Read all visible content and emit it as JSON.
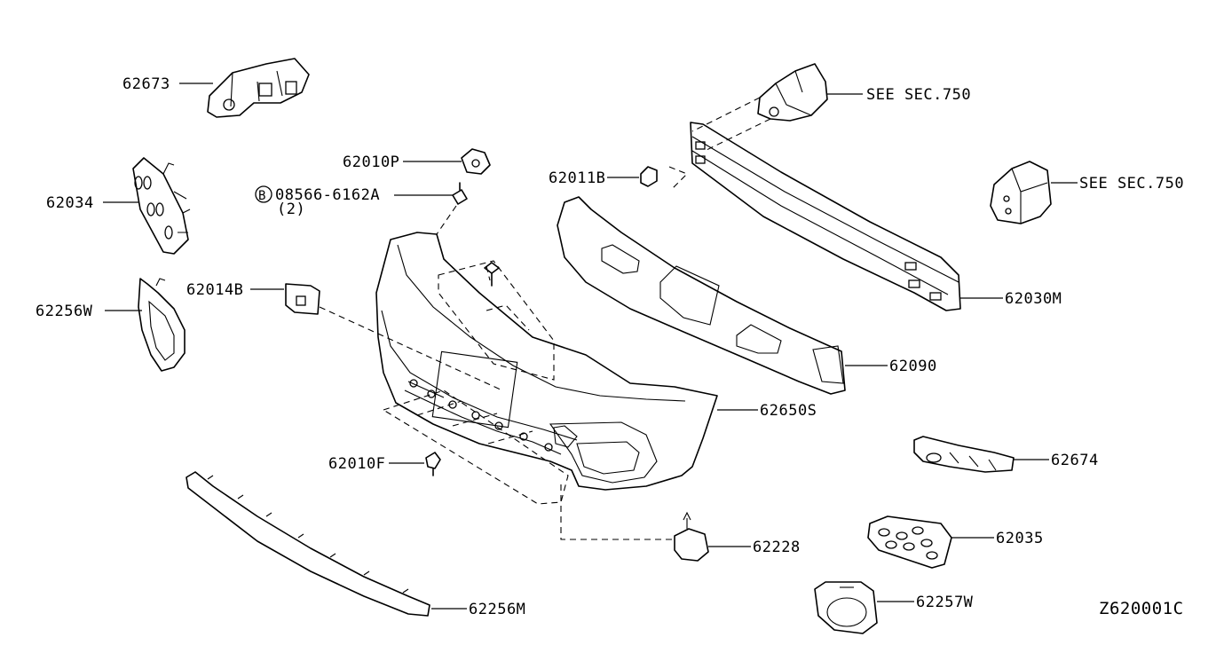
{
  "diagram": {
    "figure_code": "Z620001C",
    "labels": {
      "p62673": "62673",
      "p62034": "62034",
      "p62256W": "62256W",
      "p62014B": "62014B",
      "p62010P": "62010P",
      "bolt": "08566-6162A",
      "bolt_circle": "B",
      "bolt_qty": "(2)",
      "p62011B": "62011B",
      "see_sec_750_top": "SEE SEC.750",
      "see_sec_750_right": "SEE SEC.750",
      "p62030M": "62030M",
      "p62090": "62090",
      "p62650S": "62650S",
      "p62674": "62674",
      "p62010F": "62010F",
      "p62228": "62228",
      "p62035": "62035",
      "p62256M": "62256M",
      "p62257W": "62257W"
    }
  }
}
